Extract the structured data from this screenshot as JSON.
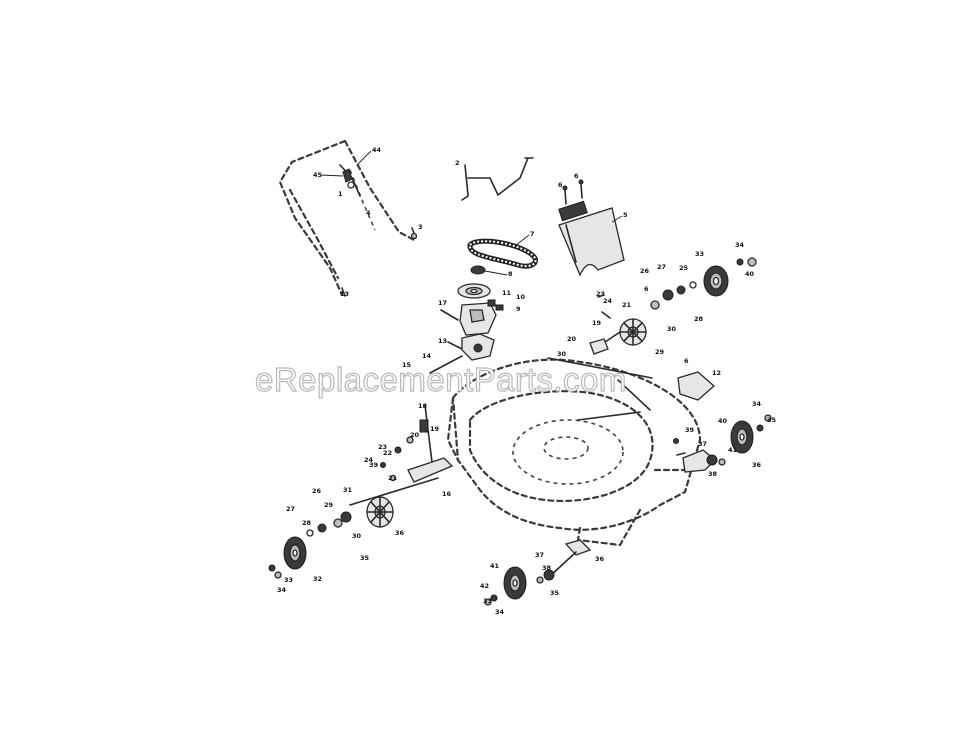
{
  "watermark": "eReplacementParts.com",
  "callouts": {
    "c_handle_44": "44",
    "c_handle_45": "45",
    "c_handle_1": "1",
    "c_handle_4": "4",
    "c_handle_3": "3",
    "c_handle_13": "13",
    "c_rod_2": "2",
    "c_belt_7": "7",
    "c_pulley_8": "8",
    "c_pulley_9": "9",
    "c_pulley_11": "11",
    "c_pulley_10": "10",
    "c_pulley_17": "17",
    "c_trans_13": "13",
    "c_trans_14": "14",
    "c_cable_15": "15",
    "c_chute_5": "5",
    "c_chute_6a": "6",
    "c_chute_6b": "6",
    "c_gear_23": "23",
    "c_gear_24": "24",
    "c_gear_21": "21",
    "c_gear_19": "19",
    "c_gear_20": "20",
    "c_gear_28": "28",
    "c_gear_29": "29",
    "c_gear_30": "30",
    "c_gear_26": "26",
    "c_gear_27": "27",
    "c_gear_25": "25",
    "c_gear_6": "6",
    "c_wheel_33": "33",
    "c_wheel_34": "34",
    "c_wheel_40": "40",
    "c_deck_30": "30",
    "c_deck_6": "6",
    "c_deck_12": "12",
    "c_rear_40": "40",
    "c_rear_34": "34",
    "c_rear_35": "35",
    "c_rear_36": "36",
    "c_rear_37": "37",
    "c_rear_38": "38",
    "c_rear_39": "39",
    "c_rear_41": "41",
    "c_left_18": "18",
    "c_left_19": "19",
    "c_left_20": "20",
    "c_left_22": "22",
    "c_left_23": "23",
    "c_left_24": "24",
    "c_left_21": "21",
    "c_left_16": "16",
    "c_left_26": "26",
    "c_left_27": "27",
    "c_left_28": "28",
    "c_left_29": "29",
    "c_left_30": "30",
    "c_left_31": "31",
    "c_left_32": "32",
    "c_left_33": "33",
    "c_left_34": "34",
    "c_left_35": "35",
    "c_left_36": "36",
    "c_left_39": "39",
    "c_front_33": "33",
    "c_front_34": "34",
    "c_front_35": "35",
    "c_front_36": "36",
    "c_front_37": "37",
    "c_front_41": "41",
    "c_front_42": "42",
    "c_front_38": "38"
  }
}
